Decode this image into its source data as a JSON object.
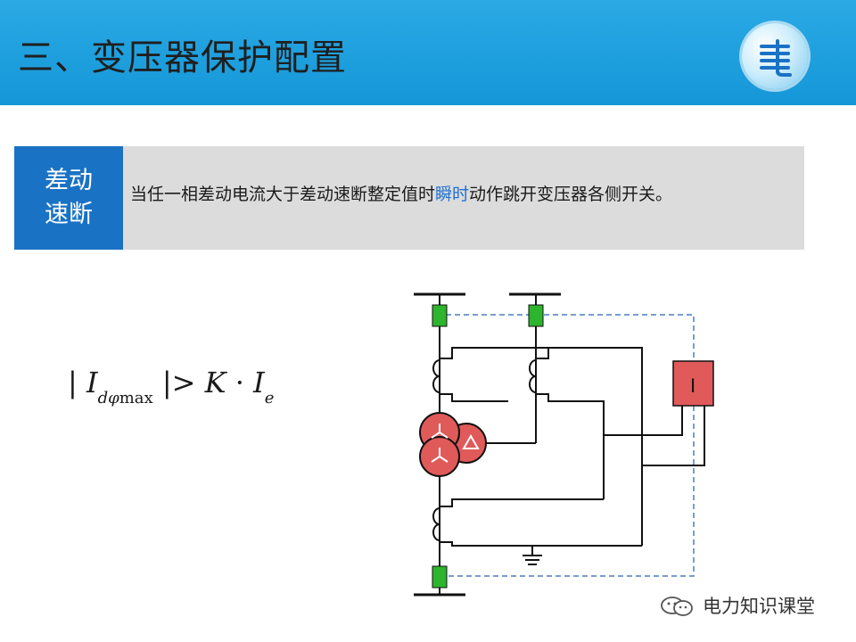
{
  "header": {
    "title": "三、变压器保护配置"
  },
  "info": {
    "tag_line1": "差动",
    "tag_line2": "速断",
    "desc_before": "当任一相差动电流大于差动速断整定值时",
    "desc_highlight": "瞬时",
    "desc_after": "动作跳开变压器各侧开关。"
  },
  "formula": {
    "bar1": "| ",
    "I": "I",
    "sub": "dφ",
    "submax": "max",
    "bar2": " |> ",
    "K": "K",
    "dot": " · ",
    "I2": "I",
    "sub2": "e"
  },
  "diagram": {
    "relay_label": "I"
  },
  "watermark": {
    "text": "电力知识课堂"
  },
  "colors": {
    "header": "#1597d8",
    "tag": "#1a72c4",
    "highlight": "#1e6fd0",
    "breaker": "#2db52d",
    "transformer": "#e05a5a",
    "dashed": "#4a7fbf"
  }
}
